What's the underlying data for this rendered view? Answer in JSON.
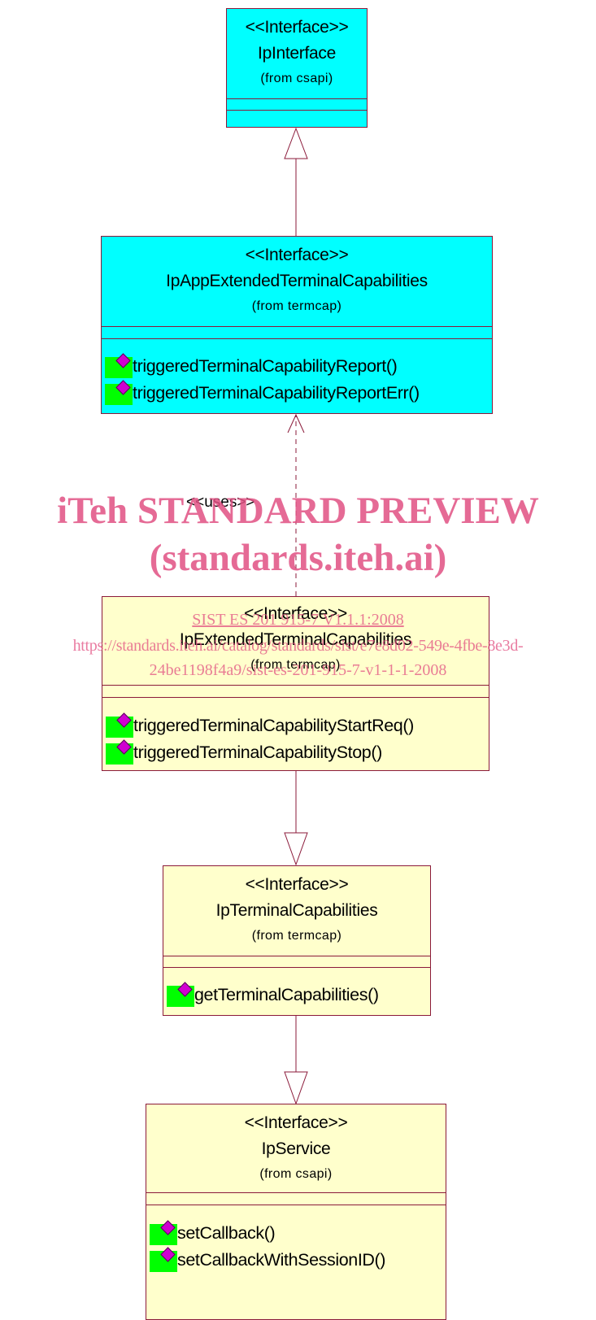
{
  "classes": {
    "ip_interface": {
      "stereotype": "<<Interface>>",
      "name": "IpInterface",
      "package": "(from csapi)",
      "operations": []
    },
    "ip_app_extended": {
      "stereotype": "<<Interface>>",
      "name": "IpAppExtendedTerminalCapabilities",
      "package": "(from termcap)",
      "operations": [
        "triggeredTerminalCapabilityReport()",
        "triggeredTerminalCapabilityReportErr()"
      ]
    },
    "ip_extended": {
      "stereotype": "<<Interface>>",
      "name": "IpExtendedTerminalCapabilities",
      "package": "(from termcap)",
      "operations": [
        "triggeredTerminalCapabilityStartReq()",
        "triggeredTerminalCapabilityStop()"
      ]
    },
    "ip_terminal": {
      "stereotype": "<<Interface>>",
      "name": "IpTerminalCapabilities",
      "package": "(from termcap)",
      "operations": [
        "getTerminalCapabilities()"
      ]
    },
    "ip_service": {
      "stereotype": "<<Interface>>",
      "name": "IpService",
      "package": "(from csapi)",
      "operations": [
        "setCallback()",
        "setCallbackWithSessionID()"
      ]
    }
  },
  "relations": {
    "uses_label": "<<uses>>"
  },
  "watermark": {
    "title_line1": "iTeh STANDARD PREVIEW",
    "title_line2": "(standards.iteh.ai)",
    "standard_id": "SIST ES 201 915-7 V1.1.1:2008",
    "url_line1": "https://standards.iteh.ai/catalog/standards/sist/e7e8d02-549e-4fbe-8e3d-",
    "url_line2": "24be1198f4a9/sist-es-201-915-7-v1-1-1-2008"
  },
  "colors": {
    "interface_cyan": "#00ffff",
    "interface_yellow": "#ffffcc",
    "border": "#8b1a3a",
    "operation_icon_green": "#00ff00",
    "operation_icon_magenta": "#d000d0",
    "watermark": "#e15082"
  }
}
